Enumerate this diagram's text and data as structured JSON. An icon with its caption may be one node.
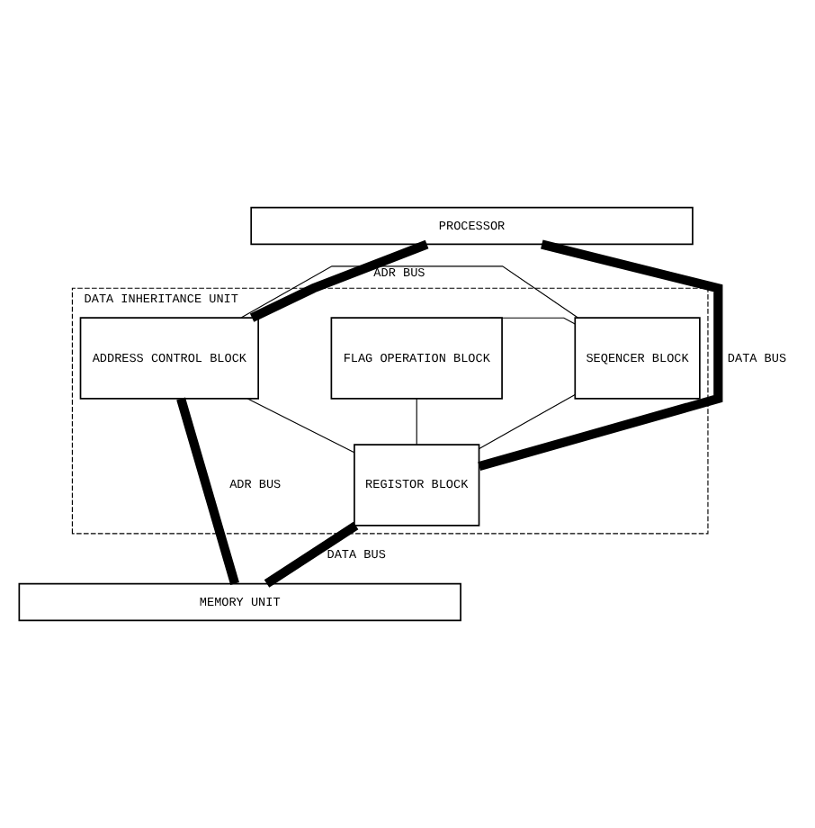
{
  "diagram": {
    "nodes": [
      {
        "text": [
          "PROCESSOR"
        ]
      },
      {
        "text": [
          "DATA INHERITANCE UNIT"
        ]
      },
      {
        "text": [
          "ADDRESS CONTROL BLOCK"
        ],
        "in": 1
      },
      {
        "text": [
          "FLAG OPERATION BLOCK"
        ],
        "in": 1
      },
      {
        "text": [
          "SEQENCER BLOCK"
        ],
        "in": 1
      },
      {
        "text": [
          "REGISTOR BLOCK"
        ],
        "in": 1
      },
      {
        "text": [
          "MEMORY UNIT"
        ]
      }
    ],
    "edges": [
      {
        "from": 0,
        "to": 2,
        "arrow": "none",
        "label": "ADR BUS",
        "style": "thick"
      },
      {
        "from": 0,
        "to": 5,
        "arrow": "none",
        "label": "DATA BUS",
        "style": "thick"
      },
      {
        "from": 2,
        "to": 4,
        "arrow": "none"
      },
      {
        "from": 3,
        "to": 4,
        "arrow": "none"
      },
      {
        "from": 3,
        "to": 5,
        "arrow": "none"
      },
      {
        "from": 2,
        "to": 5,
        "arrow": "none"
      },
      {
        "from": 5,
        "to": 4,
        "arrow": "none"
      },
      {
        "from": 2,
        "to": 6,
        "arrow": "none",
        "label": "ADR BUS",
        "style": "thick"
      },
      {
        "from": 5,
        "to": 6,
        "arrow": "none",
        "label": "DATA BUS",
        "style": "thick"
      }
    ]
  }
}
